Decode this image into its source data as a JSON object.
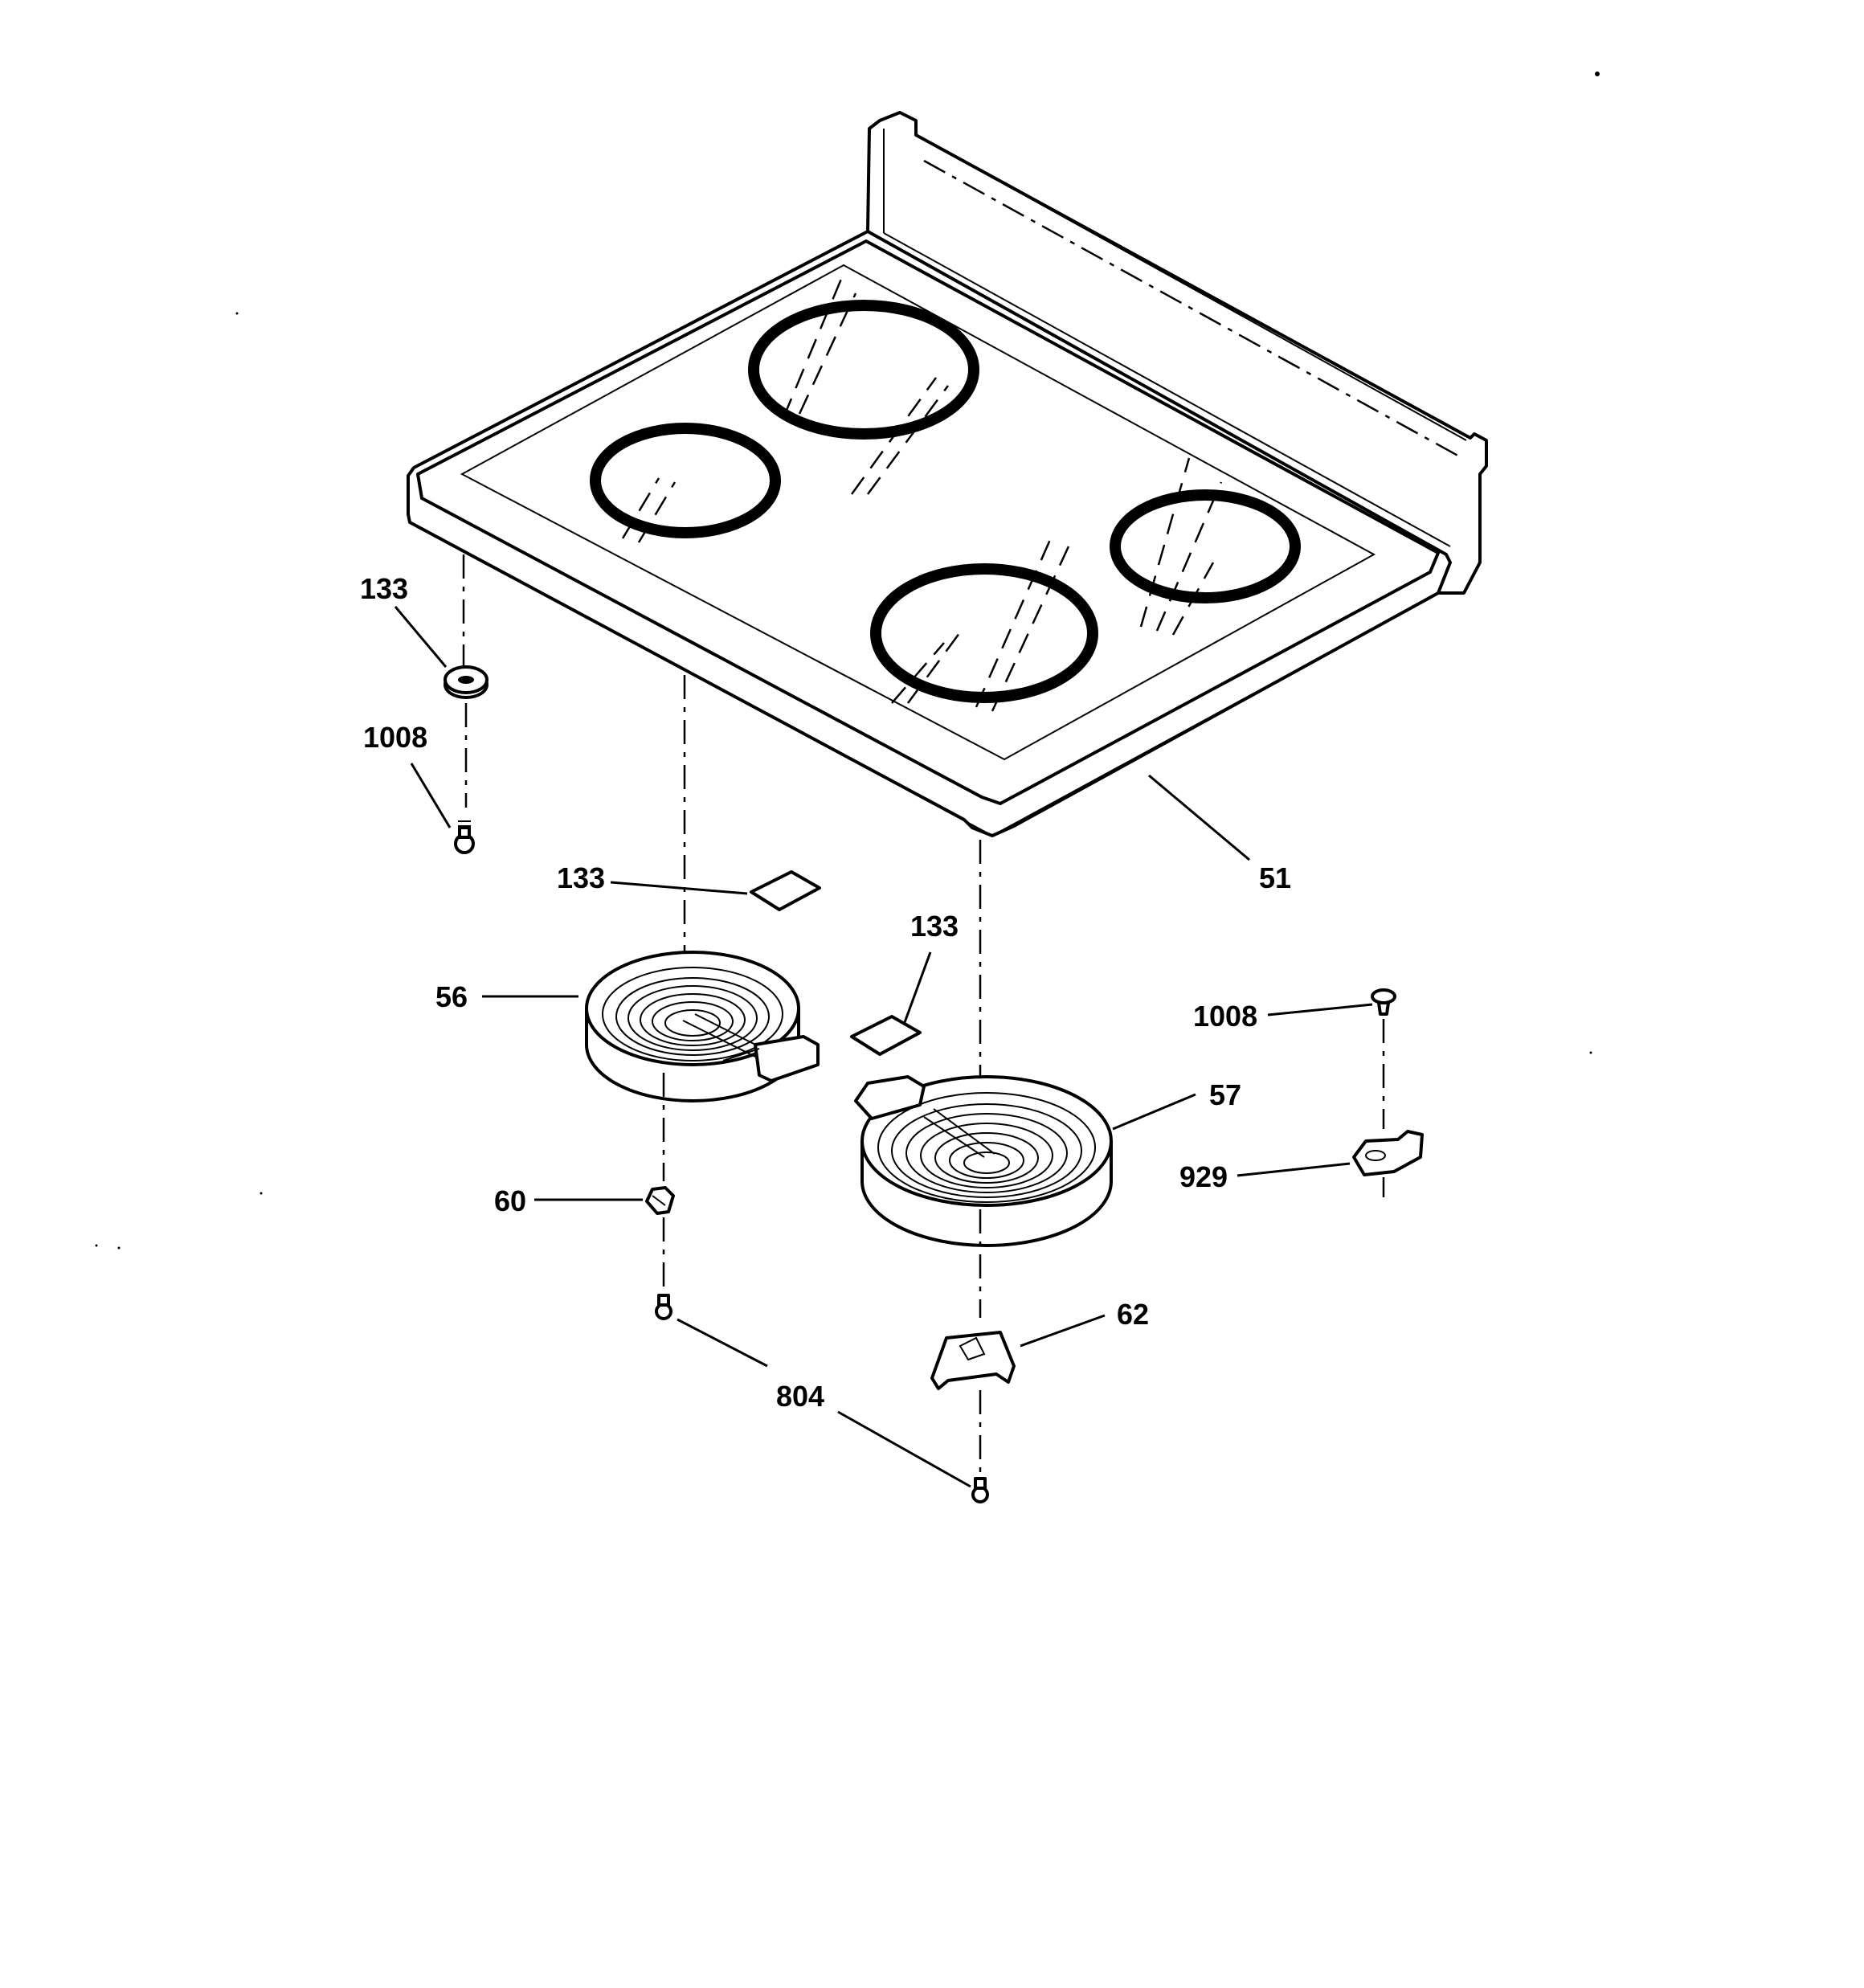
{
  "callouts": {
    "c133_top": "133",
    "c1008_left": "1008",
    "c51": "51",
    "c133_mid_left": "133",
    "c133_mid_right": "133",
    "c56": "56",
    "c1008_right": "1008",
    "c57": "57",
    "c929": "929",
    "c60": "60",
    "c62": "62",
    "c804": "804"
  }
}
